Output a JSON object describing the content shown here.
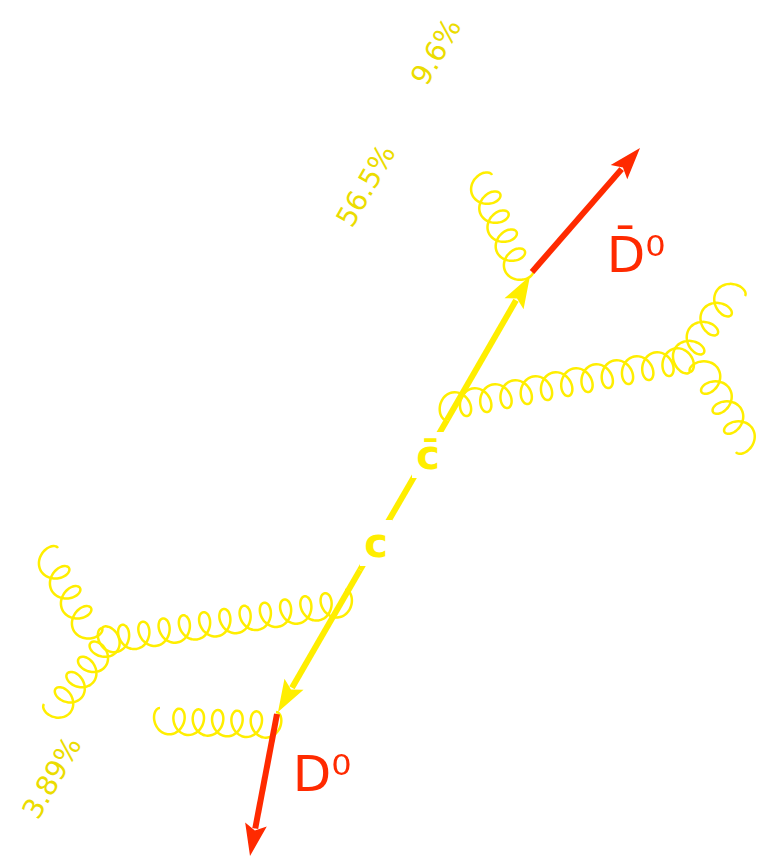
{
  "diagram": {
    "labels": [
      "9.6%",
      "56.5%",
      "D̄⁰",
      "c̄",
      "c",
      "D⁰",
      "3.89%"
    ]
  }
}
